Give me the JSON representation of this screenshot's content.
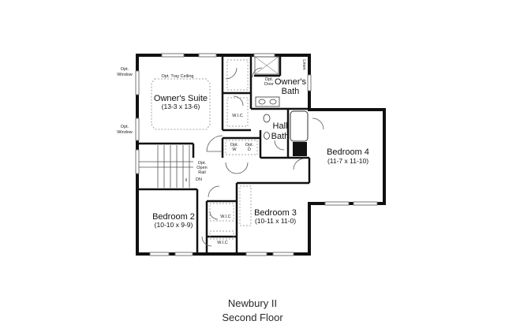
{
  "title": {
    "line1": "Newbury II",
    "line2": "Second Floor"
  },
  "rooms": {
    "owners_suite": {
      "name": "Owner's Suite",
      "dims": "(13-3 x 13-6)"
    },
    "owners_bath": {
      "line1": "Owner's",
      "line2": "Bath"
    },
    "hall_bath": {
      "line1": "Hall",
      "line2": "Bath"
    },
    "bedroom2": {
      "name": "Bedroom 2",
      "dims": "(10-10 x 9-9)"
    },
    "bedroom3": {
      "name": "Bedroom 3",
      "dims": "(10-11 x 11-0)"
    },
    "bedroom4": {
      "name": "Bedroom 4",
      "dims": "(11-7 x 11-10)"
    }
  },
  "labels": {
    "tray_ceiling": "Opt. Tray Ceiling",
    "opt_window": "Opt.",
    "opt_window2": "Window",
    "wic": "W.I.C",
    "opt_door1": "Opt.",
    "opt_door2": "Door",
    "opt_w1": "Opt.",
    "opt_w2": "W",
    "opt_d1": "Opt.",
    "opt_d2": "D",
    "open_rail1": "Opt.",
    "open_rail2": "Open",
    "open_rail3": "Rail",
    "dn": "DN",
    "linen": "Linen"
  }
}
